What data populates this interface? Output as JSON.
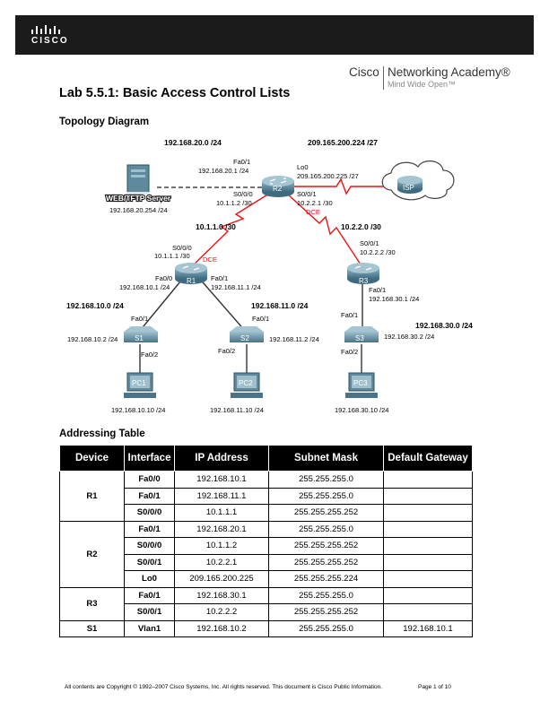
{
  "header": {
    "brand": "CISCO",
    "academy_brand": "Cisco",
    "academy_name": "Networking Academy®",
    "academy_tagline": "Mind Wide Open™"
  },
  "title": "Lab 5.5.1: Basic Access Control Lists",
  "sections": {
    "topology": "Topology Diagram",
    "addressing": "Addressing Table"
  },
  "topology": {
    "networks": {
      "n20": "192.168.20.0 /24",
      "n209": "209.165.200.224 /27",
      "n10_1_1": "10.1.1.0 /30",
      "n10_2_2": "10.2.2.0 /30",
      "n10": "192.168.10.0 /24",
      "n11": "192.168.11.0 /24",
      "n30": "192.168.30.0 /24"
    },
    "devices": {
      "server": "WEB/TFTP Server",
      "r1": "R1",
      "r2": "R2",
      "r3": "R3",
      "isp": "ISP",
      "s1": "S1",
      "s2": "S2",
      "s3": "S3",
      "pc1": "PC1",
      "pc2": "PC2",
      "pc3": "PC3"
    },
    "labels": {
      "server_ip": "192.168.20.254 /24",
      "r2_fa01": "Fa0/1",
      "r2_fa01_ip": "192.168.20.1 /24",
      "r2_lo0": "Lo0",
      "r2_lo0_ip": "209.165.200.225 /27",
      "r2_s000": "S0/0/0",
      "r2_s000_ip": "10.1.1.2 /30",
      "r2_s001": "S0/0/1",
      "r2_s001_ip": "10.2.2.1 /30",
      "dce": "DCE",
      "r1_s000": "S0/0/0",
      "r1_s000_ip": "10.1.1.1 /30",
      "r1_fa00": "Fa0/0",
      "r1_fa00_ip": "192.168.10.1 /24",
      "r1_fa01": "Fa0/1",
      "r1_fa01_ip": "192.168.11.1 /24",
      "r3_s001": "S0/0/1",
      "r3_s001_ip": "10.2.2.2 /30",
      "r3_fa01": "Fa0/1",
      "r3_fa01_ip": "192.168.30.1 /24",
      "s1_fa01": "Fa0/1",
      "s1_fa02": "Fa0/2",
      "s1_ip": "192.168.10.2 /24",
      "s2_fa01": "Fa0/1",
      "s2_fa02": "Fa0/2",
      "s2_ip": "192.168.11.2 /24",
      "s3_fa01": "Fa0/1",
      "s3_fa02": "Fa0/2",
      "s3_ip": "192.168.30.2 /24",
      "pc1_ip": "192.168.10.10 /24",
      "pc2_ip": "192.168.11.10 /24",
      "pc3_ip": "192.168.30.10 /24"
    }
  },
  "table": {
    "headers": [
      "Device",
      "Interface",
      "IP Address",
      "Subnet Mask",
      "Default Gateway"
    ],
    "rows": [
      {
        "device": "R1",
        "interface": "Fa0/0",
        "ip": "192.168.10.1",
        "mask": "255.255.255.0",
        "gateway": ""
      },
      {
        "device": "",
        "interface": "Fa0/1",
        "ip": "192.168.11.1",
        "mask": "255.255.255.0",
        "gateway": ""
      },
      {
        "device": "",
        "interface": "S0/0/0",
        "ip": "10.1.1.1",
        "mask": "255.255.255.252",
        "gateway": ""
      },
      {
        "device": "R2",
        "interface": "Fa0/1",
        "ip": "192.168.20.1",
        "mask": "255.255.255.0",
        "gateway": ""
      },
      {
        "device": "",
        "interface": "S0/0/0",
        "ip": "10.1.1.2",
        "mask": "255.255.255.252",
        "gateway": ""
      },
      {
        "device": "",
        "interface": "S0/0/1",
        "ip": "10.2.2.1",
        "mask": "255.255.255.252",
        "gateway": ""
      },
      {
        "device": "",
        "interface": "Lo0",
        "ip": "209.165.200.225",
        "mask": "255.255.255.224",
        "gateway": ""
      },
      {
        "device": "R3",
        "interface": "Fa0/1",
        "ip": "192.168.30.1",
        "mask": "255.255.255.0",
        "gateway": ""
      },
      {
        "device": "",
        "interface": "S0/0/1",
        "ip": "10.2.2.2",
        "mask": "255.255.255.252",
        "gateway": ""
      },
      {
        "device": "S1",
        "interface": "Vlan1",
        "ip": "192.168.10.2",
        "mask": "255.255.255.0",
        "gateway": "192.168.10.1"
      }
    ]
  },
  "footer": {
    "copyright": "All contents are Copyright © 1992–2007 Cisco Systems, Inc. All rights reserved. This document is Cisco Public Information.",
    "page": "Page 1 of 10"
  }
}
